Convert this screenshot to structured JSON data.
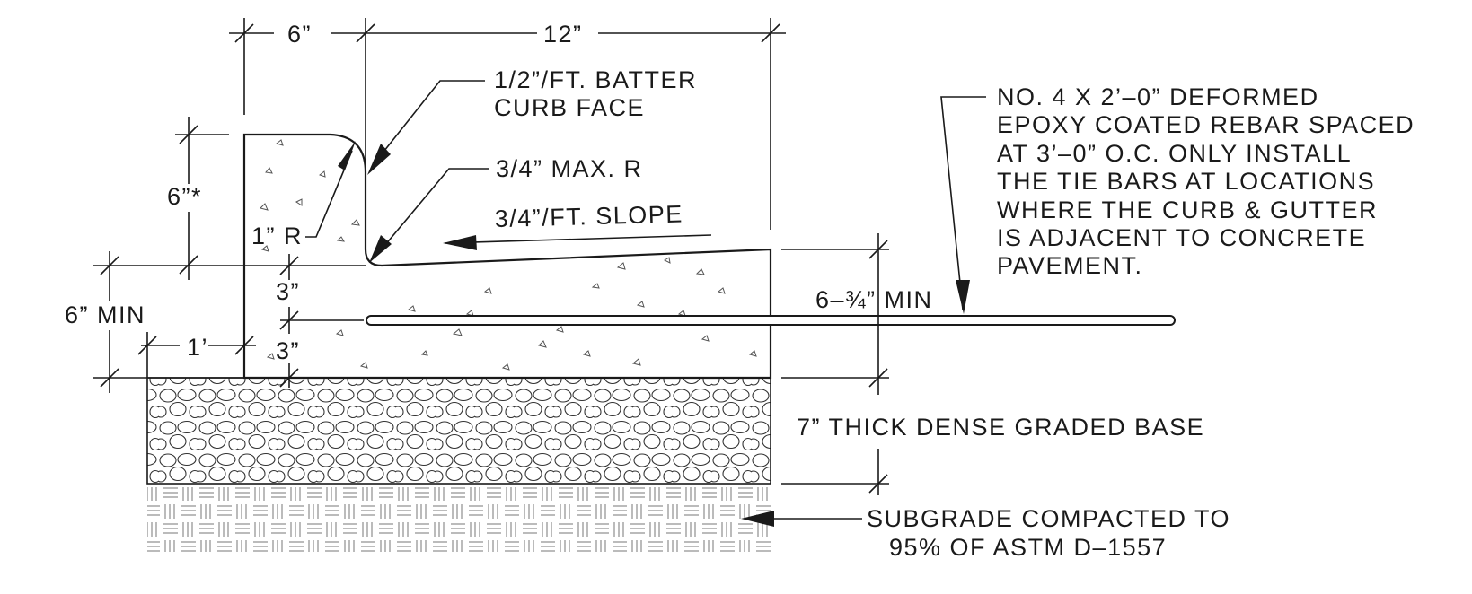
{
  "labels": {
    "dim_6in_top": "6”",
    "dim_12in_top": "12”",
    "batter_line1": "1/2”/FT. BATTER",
    "batter_line2": "CURB FACE",
    "max_radius": "3/4” MAX. R",
    "slope": "3/4”/FT. SLOPE",
    "curb_height": "6”*",
    "radius_1in": "1” R",
    "dim_6in_min": "6” MIN",
    "dim_1ft": "1’",
    "dim_3in_upper": "3”",
    "dim_3in_lower": "3”",
    "gutter_thickness": "6–¾” MIN",
    "base": "7” THICK DENSE GRADED BASE",
    "subgrade_line1": "SUBGRADE COMPACTED TO",
    "subgrade_line2": "95% OF ASTM D–1557",
    "rebar_note": [
      "NO. 4 X 2’–0” DEFORMED",
      "EPOXY COATED REBAR SPACED",
      "AT 3’–0” O.C. ONLY INSTALL",
      "THE TIE BARS AT LOCATIONS",
      "WHERE THE CURB & GUTTER",
      "IS ADJACENT TO CONCRETE",
      "PAVEMENT."
    ]
  }
}
